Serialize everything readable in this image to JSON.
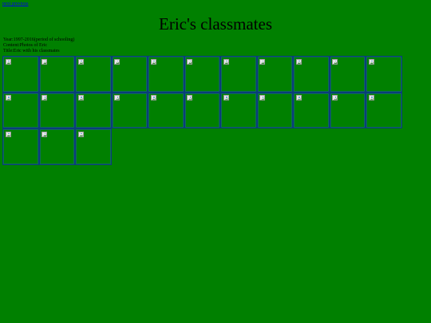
{
  "nav": {
    "top_link": "next previous"
  },
  "title": "Eric's classmates",
  "meta": {
    "year_line": "Year:1997-2016(period of schooling)",
    "content_line": "Content:Photos of Eric",
    "title_line": "Title:Eric with his classmates"
  },
  "photos": {
    "count": 25,
    "icon": "broken-image-icon"
  }
}
